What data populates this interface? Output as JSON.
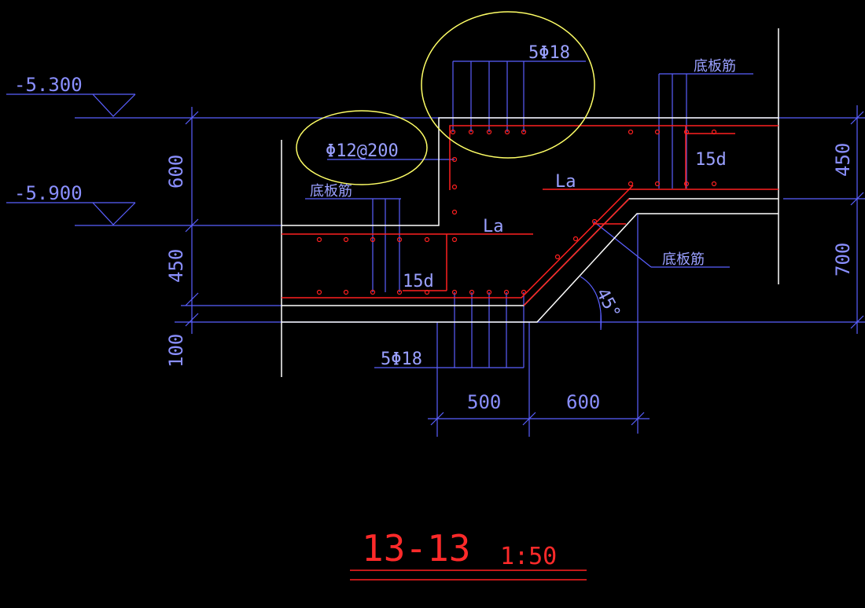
{
  "drawing": {
    "elevations": {
      "top": "-5.300",
      "mid": "-5.900"
    },
    "left_dims": {
      "d1": "600",
      "d2": "450",
      "d3": "100"
    },
    "right_dims": {
      "d1": "450",
      "d2": "700"
    },
    "bottom_dims": {
      "d1": "500",
      "d2": "600"
    },
    "labels": {
      "top_bars": "5Φ18",
      "bottom_bars": "5Φ18",
      "stirrup": "Φ12@200",
      "bottom_slab_bar_1": "底板筋",
      "bottom_slab_bar_2": "底板筋",
      "bottom_slab_bar_3": "底板筋",
      "la_1": "La",
      "la_2": "La",
      "hook_1": "15d",
      "hook_2": "15d",
      "angle": "45°"
    },
    "title": {
      "section": "13-13",
      "scale": "1:50"
    },
    "colors": {
      "dim_line": "#5a5fff",
      "outline": "#ffffff",
      "rebar": "#ff2020",
      "highlight": "#ffff66"
    }
  }
}
